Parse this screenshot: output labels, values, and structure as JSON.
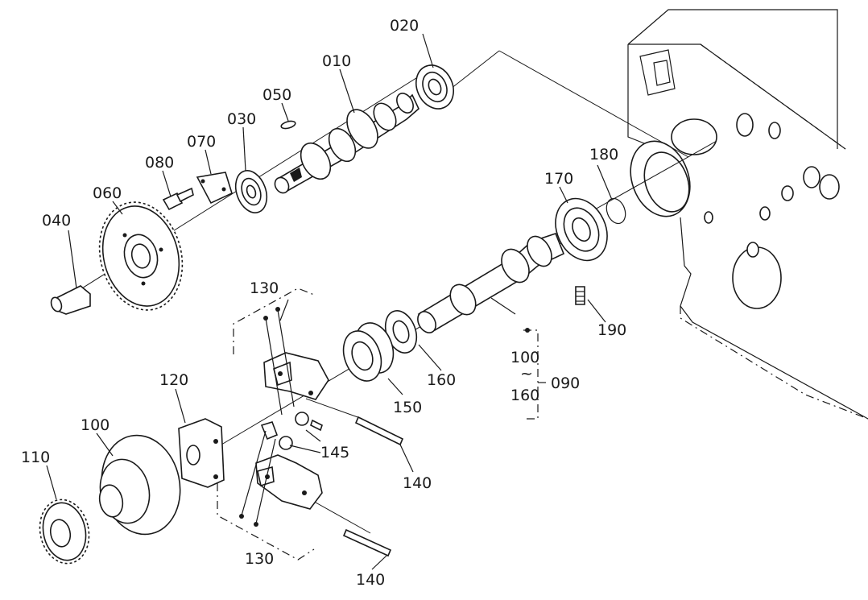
{
  "labels": {
    "p010": "010",
    "p020": "020",
    "p030": "030",
    "p040": "040",
    "p050": "050",
    "p060": "060",
    "p070": "070",
    "p080": "080",
    "p090": "090",
    "p100": "100",
    "p100b": "100",
    "p110": "110",
    "p120": "120",
    "p130a": "130",
    "p130b": "130",
    "p140a": "140",
    "p140b": "140",
    "p145": "145",
    "p150": "150",
    "p160": "160",
    "p160b": "160",
    "p170": "170",
    "p180": "180",
    "p190": "190"
  }
}
